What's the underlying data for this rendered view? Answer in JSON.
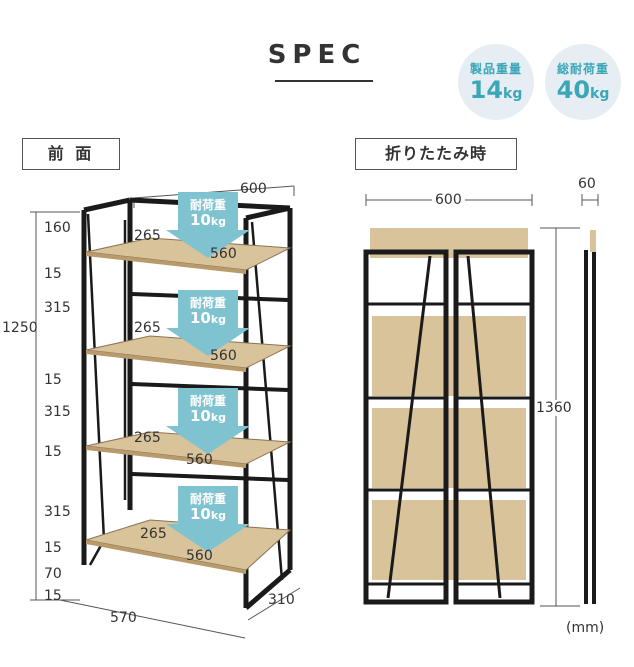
{
  "title": "SPEC",
  "badges": {
    "weight": {
      "label": "製品重量",
      "value": "14",
      "unit": "kg"
    },
    "total_load": {
      "label": "総耐荷重",
      "value": "40",
      "unit": "kg"
    }
  },
  "front": {
    "label": "前 面",
    "width_top": "600",
    "height_total": "1250",
    "left_dims": [
      "160",
      "15",
      "315",
      "15",
      "315",
      "15",
      "315",
      "15",
      "70",
      "15"
    ],
    "depth_bottom": "310",
    "width_bottom": "570",
    "shelf_width": "560",
    "shelf_depth": "265",
    "load_label": "耐荷重",
    "load_value": "10",
    "load_unit": "kg"
  },
  "folded": {
    "label": "折りたたみ時",
    "width": "600",
    "thickness": "60",
    "height": "1360"
  },
  "unit_note": "(mm)",
  "colors": {
    "accent": "#3aa6b8",
    "arrow": "#7ec3cf",
    "wood": "#d9c39a",
    "frame": "#1a1a1a"
  }
}
